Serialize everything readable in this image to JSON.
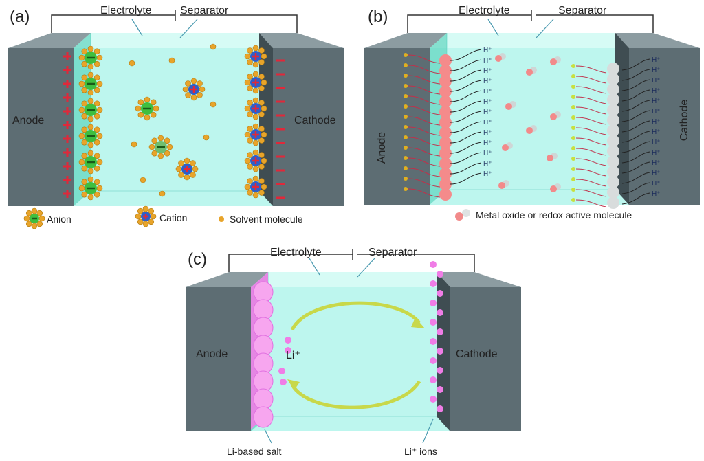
{
  "panels": {
    "a": {
      "tag": "(a)",
      "electrolyte": "Electrolyte",
      "separator": "Separator",
      "anode": "Anode",
      "cathode": "Cathode",
      "legend": {
        "anion": "Anion",
        "cation": "Cation",
        "solvent": "Solvent molecule"
      }
    },
    "b": {
      "tag": "(b)",
      "electrolyte": "Electrolyte",
      "separator": "Separator",
      "anode": "Anode",
      "cathode": "Cathode",
      "ion_label": "H⁺",
      "legend": {
        "metal_oxide": "Metal oxide or redox active molecule"
      }
    },
    "c": {
      "tag": "(c)",
      "electrolyte": "Electrolyte",
      "separator": "Separator",
      "anode": "Anode",
      "cathode": "Cathode",
      "li_ion": "Li⁺",
      "li_salt": "Li-based salt",
      "li_ions": "Li⁺ ions"
    }
  },
  "colors": {
    "electrode": "#5d6d73",
    "electrode_top": "#8c9ca1",
    "electrolyte": "#bdf6ee",
    "separator": "#5fd9cf",
    "anion": "#3fbf3f",
    "cation": "#2f5fc8",
    "solvent": "#e8a42a",
    "plus": "#e0283a",
    "salt": "#f07de6",
    "arrow": "#c8d84a"
  }
}
